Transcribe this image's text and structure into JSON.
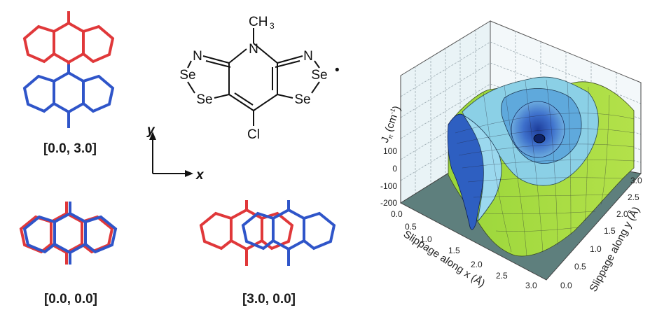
{
  "captions": {
    "top": "[0.0, 3.0]",
    "bottom_left": "[0.0, 0.0]",
    "bottom_right": "[3.0, 0.0]"
  },
  "colors": {
    "red": "#e0383a",
    "blue": "#2f55c9"
  },
  "molecule": {
    "methyl": "CH",
    "methyl_sub": "3",
    "n_center": "N",
    "n_left": "N",
    "n_right": "N",
    "se_left_top": "Se",
    "se_left_bottom": "Se",
    "se_right_top": "Se",
    "se_right_bottom": "Se",
    "chlorine": "Cl",
    "radical": "•"
  },
  "axes_key": {
    "x": "x",
    "y": "y"
  },
  "surface_plot": {
    "z_label": "J",
    "z_label_sub": "π",
    "z_unit": "(cm",
    "z_unit_sup": "-1",
    "z_unit_close": ")",
    "z_ticks": [
      "100",
      "0",
      "-100",
      "-200"
    ],
    "x_label": "Slippage along x (Å)",
    "x_ticks": [
      "0.0",
      "0.5",
      "1.0",
      "1.5",
      "2.0",
      "2.5",
      "3.0"
    ],
    "y_label": "Slippage along y (Å)",
    "y_ticks": [
      "0.0",
      "0.5",
      "1.0",
      "1.5",
      "2.0",
      "2.5",
      "3.0"
    ]
  }
}
